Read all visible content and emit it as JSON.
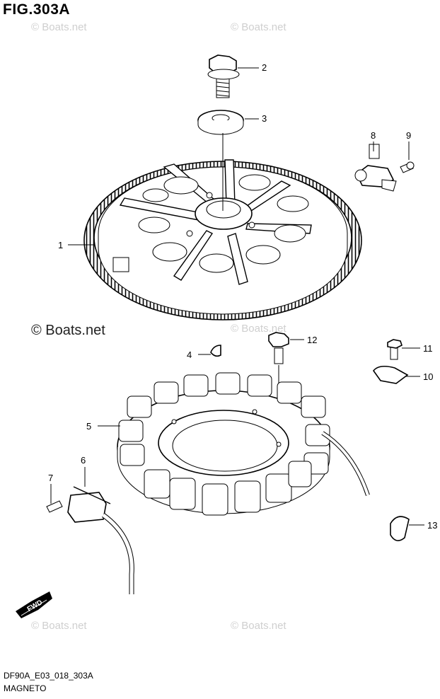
{
  "figure": {
    "title": "FIG.303A",
    "footer_code": "DF90A_E03_018_303A",
    "footer_name": "MAGNETO"
  },
  "watermarks": {
    "main": "© Boats.net",
    "faint": "© Boats.net"
  },
  "fwd_label": "FWD",
  "callouts": [
    "1",
    "2",
    "3",
    "4",
    "5",
    "6",
    "7",
    "8",
    "9",
    "10",
    "11",
    "12",
    "13"
  ]
}
